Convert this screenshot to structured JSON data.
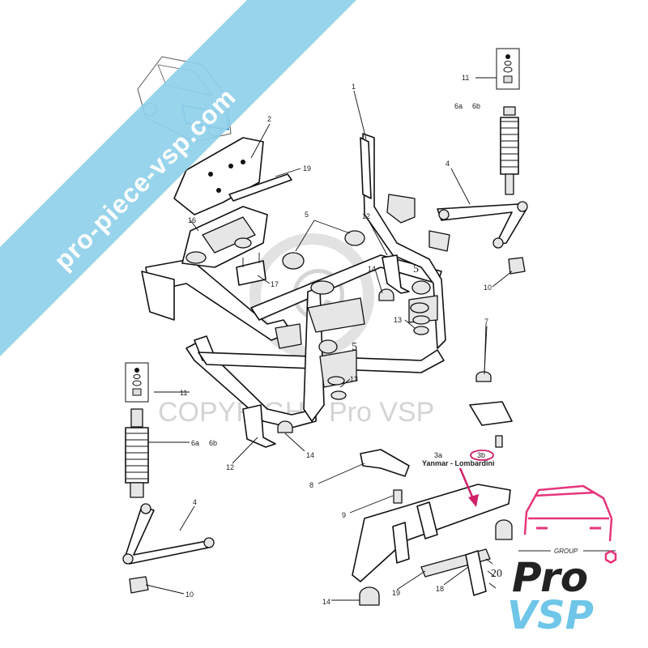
{
  "banner": {
    "text": "pro-piece-vsp.com",
    "color": "#8fd0ea"
  },
  "watermark": {
    "text": "COPYRIGHT Pro VSP"
  },
  "engine_note": {
    "variant_a": "3a",
    "variant_b": "3b",
    "engines": "Yanmar - Lombardini",
    "highlight_color": "#d0206a"
  },
  "logo": {
    "group": "GROUP",
    "pro": "Pro",
    "vsp": "VSP",
    "pink": "#e6357c",
    "blue": "#6fc6e8",
    "dark": "#222222"
  },
  "labels": {
    "l1": "1",
    "l2": "2",
    "l4a": "4",
    "l4b": "4",
    "l5a": "5",
    "l5b": "5",
    "l5c": "5",
    "l6a": "6a",
    "l6b": "6b",
    "l6c": "6a",
    "l6d": "6b",
    "l7": "7",
    "l8": "8",
    "l9": "9",
    "l10a": "10",
    "l10b": "10",
    "l11a": "11",
    "l11b": "11",
    "l12a": "12",
    "l12b": "12",
    "l13a": "13",
    "l13b": "13",
    "l14a": "14",
    "l14b": "14",
    "l14c": "14",
    "l16": "16",
    "l17": "17",
    "l18": "18",
    "l19a": "19",
    "l19b": "19",
    "l20": "20"
  }
}
